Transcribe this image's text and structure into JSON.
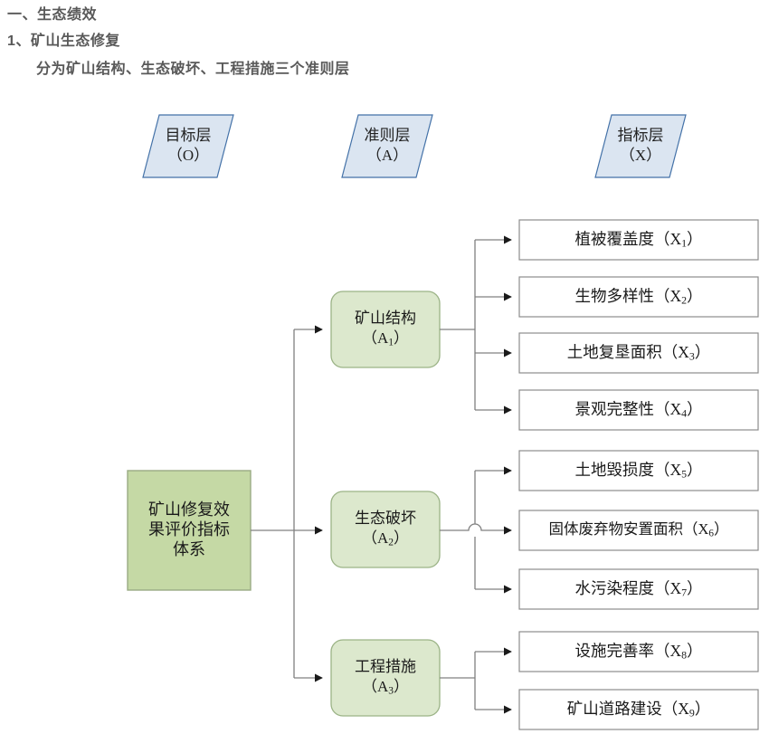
{
  "heading": {
    "line1": "一、生态绩效",
    "line2": "1、矿山生态修复",
    "line3": "分为矿山结构、生态破坏、工程措施三个准则层"
  },
  "colors": {
    "parallelogram_fill": "#dbe5f1",
    "parallelogram_border": "#4472a8",
    "root_fill": "#c5d9a5",
    "root_border": "#9aab84",
    "criteria_fill": "#dce8cd",
    "criteria_border": "#9bb386",
    "indicator_fill": "#ffffff",
    "indicator_border": "#8c8c8c",
    "connector": "#808080",
    "heading_text": "#595959"
  },
  "layers": [
    {
      "id": "goal",
      "title": "目标层",
      "code": "（O）"
    },
    {
      "id": "criteria",
      "title": "准则层",
      "code": "（A）"
    },
    {
      "id": "indicator",
      "title": "指标层",
      "code": "（X）"
    }
  ],
  "root": {
    "line1": "矿山修复效",
    "line2": "果评价指标",
    "line3": "体系",
    "full_text": "矿山修复效果评价指标体系"
  },
  "criteria": [
    {
      "id": "A1",
      "title": "矿山结构",
      "code_prefix": "（A",
      "code_sub": "1",
      "code_suffix": "）"
    },
    {
      "id": "A2",
      "title": "生态破坏",
      "code_prefix": "（A",
      "code_sub": "2",
      "code_suffix": "）"
    },
    {
      "id": "A3",
      "title": "工程措施",
      "code_prefix": "（A",
      "code_sub": "3",
      "code_suffix": "）"
    }
  ],
  "indicators": [
    {
      "id": "X1",
      "group": "A1",
      "title": "植被覆盖度",
      "code_prefix": "（X",
      "code_sub": "1",
      "code_suffix": "）"
    },
    {
      "id": "X2",
      "group": "A1",
      "title": "生物多样性",
      "code_prefix": "（X",
      "code_sub": "2",
      "code_suffix": "）"
    },
    {
      "id": "X3",
      "group": "A1",
      "title": "土地复垦面积",
      "code_prefix": "（X",
      "code_sub": "3",
      "code_suffix": "）"
    },
    {
      "id": "X4",
      "group": "A1",
      "title": "景观完整性",
      "code_prefix": "（X",
      "code_sub": "4",
      "code_suffix": "）"
    },
    {
      "id": "X5",
      "group": "A2",
      "title": "土地毁损度",
      "code_prefix": "（X",
      "code_sub": "5",
      "code_suffix": "）"
    },
    {
      "id": "X6",
      "group": "A2",
      "title": "固体废弃物安置面积",
      "code_prefix": "（X",
      "code_sub": "6",
      "code_suffix": "）"
    },
    {
      "id": "X7",
      "group": "A2",
      "title": "水污染程度",
      "code_prefix": "（X",
      "code_sub": "7",
      "code_suffix": "）"
    },
    {
      "id": "X8",
      "group": "A3",
      "title": "设施完善率",
      "code_prefix": "（X",
      "code_sub": "8",
      "code_suffix": "）"
    },
    {
      "id": "X9",
      "group": "A3",
      "title": "矿山道路建设",
      "code_prefix": "（X",
      "code_sub": "9",
      "code_suffix": "）"
    }
  ]
}
